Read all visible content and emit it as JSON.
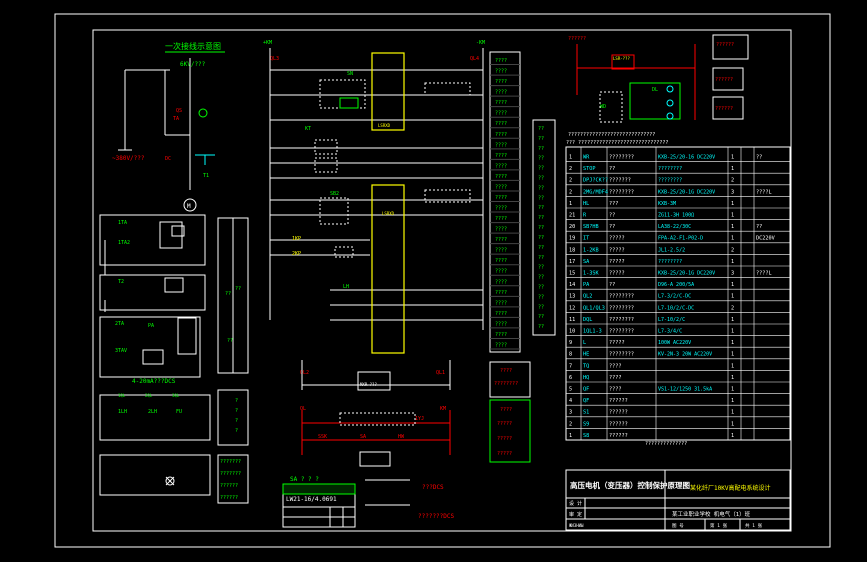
{
  "title_block": {
    "drawing_title": "高压电机（变压器）控制保护原理图",
    "project": "某化纤厂10KV高配电系统设计",
    "school": "某工业职业学校 机电气（1）班",
    "row_labels": [
      "设 计",
      "审 定"
    ],
    "small_label": "ЖИЗНИЫ",
    "sheet_a": "图 号",
    "sheet_b": "第 1 张",
    "sheet_c": "共 1 张"
  },
  "left_diagram": {
    "heading": "一次接线示意图",
    "bus_label": "6KV/???",
    "dc_label": "~380V/???",
    "tag_qs": "QS",
    "tag_ta": "TA",
    "tag_dc": "DC",
    "tag_t1": "T1",
    "motor_symbol": "M",
    "tag_1ta": "1TA",
    "tag_1ta2": "1TA2",
    "tag_t2": "T2",
    "tag_2ta": "2TA",
    "tag_3ta": "3TAV",
    "tag_4_20": "4-20mA???DCS",
    "tag_pa": "PA",
    "tag_1lh": "1LH",
    "tag_2lh": "2LH",
    "tag_fu": "FU",
    "bus_1ql": "1QL",
    "bus_2ql": "2QL",
    "bus_3ql": "3QL"
  },
  "center_diagram": {
    "plus_a": "+KM",
    "minus_a": "-KM",
    "tag_ql3": "QL3",
    "tag_ql4": "QL4",
    "tag_sn": "SN",
    "tag_kt": "KT",
    "tag_lh": "LH",
    "tag_sb": "SB2",
    "tag_1kp": "1KP",
    "tag_2kp": "2KP",
    "tag_ql2": "QL2",
    "tag_ql1": "QL1",
    "tag_ql": "QL",
    "tag_km": "KM",
    "tag_sa": "SA",
    "tag_hw": "HW",
    "tag_kv": "1YJ",
    "relay_a": "LSRXD",
    "relay_b": "LSRXD",
    "relay_c": "MXR-???",
    "tag_ssk": "SSK",
    "dcs_label": "???DCS",
    "dcs_label2": "???????DCS",
    "sa_caption": "SA ? ? ?",
    "switch_model": "LW21-16/4.0691"
  },
  "top_right": {
    "box_a": "??????",
    "box_b": "??????",
    "box_c": "??????",
    "box_d": "??????",
    "relay_label": "LSR-???",
    "tag_wd": "WD",
    "tag_dl": "DL",
    "caption": "?????????????????????????????"
  },
  "table": {
    "header": "??? ??????????????????????????????",
    "footer": "??????????????",
    "rows": [
      {
        "no": "1",
        "sym": "WR",
        "name": "????????",
        "model": "KXB-25/20-16 DC220V",
        "q": "1",
        "note": "??"
      },
      {
        "no": "2",
        "sym": "STOP",
        "name": "??",
        "model": "????????",
        "q": "1",
        "note": ""
      },
      {
        "no": "2",
        "sym": "DPJ?CK??",
        "name": "???????",
        "model": "????????",
        "q": "2",
        "note": ""
      },
      {
        "no": "2",
        "sym": "2MG/MDF4",
        "name": "????????",
        "model": "KXB-25/20-1G DC220V",
        "q": "3",
        "note": "????L"
      },
      {
        "no": "1",
        "sym": "HL",
        "name": "???",
        "model": "KXB-3M",
        "q": "1",
        "note": ""
      },
      {
        "no": "21",
        "sym": "R",
        "name": "??",
        "model": "ZG11-3H 100Ω",
        "q": "1",
        "note": ""
      },
      {
        "no": "20",
        "sym": "SB?HB",
        "name": "??",
        "model": "LA38-22/30C",
        "q": "1",
        "note": "??"
      },
      {
        "no": "19",
        "sym": "IT",
        "name": "?????",
        "model": "FPA-A2-F1-P02-D",
        "q": "1",
        "note": "DC220V"
      },
      {
        "no": "18",
        "sym": "1-2KB",
        "name": "?????",
        "model": "JL1-2.5/2",
        "q": "2",
        "note": ""
      },
      {
        "no": "17",
        "sym": "SA",
        "name": "?????",
        "model": "????????",
        "q": "1",
        "note": ""
      },
      {
        "no": "15",
        "sym": "1-3SK",
        "name": "?????",
        "model": "KXB-25/20-1G DC220V",
        "q": "3",
        "note": "????L"
      },
      {
        "no": "14",
        "sym": "PA",
        "name": "??",
        "model": "D96-A 200/5A",
        "q": "1",
        "note": ""
      },
      {
        "no": "13",
        "sym": "QL2",
        "name": "????????",
        "model": "L7-3/2/C-DC",
        "q": "1",
        "note": ""
      },
      {
        "no": "12",
        "sym": "QL1/QL3",
        "name": "????????",
        "model": "L7-10/2/C-DC",
        "q": "2",
        "note": ""
      },
      {
        "no": "11",
        "sym": "DQL",
        "name": "????????",
        "model": "L7-10/2/C",
        "q": "1",
        "note": ""
      },
      {
        "no": "10",
        "sym": "1QL1-3",
        "name": "????????",
        "model": "L7-3/4/C",
        "q": "1",
        "note": ""
      },
      {
        "no": "9",
        "sym": "L",
        "name": "?????",
        "model": "100W AC220V",
        "q": "1",
        "note": ""
      },
      {
        "no": "8",
        "sym": "HE",
        "name": "????????",
        "model": "KV-2N-3 20W AC220V",
        "q": "1",
        "note": ""
      },
      {
        "no": "7",
        "sym": "TQ",
        "name": "????",
        "model": "",
        "q": "1",
        "note": ""
      },
      {
        "no": "6",
        "sym": "HQ",
        "name": "????",
        "model": "",
        "q": "1",
        "note": ""
      },
      {
        "no": "5",
        "sym": "QF",
        "name": "????",
        "model": "VS1-12/1250 31.5kA",
        "q": "1",
        "note": ""
      },
      {
        "no": "4",
        "sym": "QF",
        "name": "??????",
        "model": "",
        "q": "1",
        "note": ""
      },
      {
        "no": "3",
        "sym": "S1",
        "name": "??????",
        "model": "",
        "q": "1",
        "note": ""
      },
      {
        "no": "2",
        "sym": "S9",
        "name": "??????",
        "model": "",
        "q": "1",
        "note": ""
      },
      {
        "no": "1",
        "sym": "S8",
        "name": "??????",
        "model": "",
        "q": "1",
        "note": ""
      }
    ]
  },
  "contact_strip_1": [
    "????",
    "????",
    "????",
    "????",
    "????",
    "????",
    "????",
    "????",
    "????",
    "????",
    "????",
    "????",
    "????",
    "????",
    "????",
    "????",
    "????",
    "????",
    "????",
    "????",
    "????",
    "????",
    "????",
    "????",
    "????",
    "????",
    "????",
    "????"
  ],
  "contact_strip_2": [
    "??",
    "??",
    "??",
    "??",
    "??",
    "??",
    "??",
    "??",
    "??",
    "??",
    "??",
    "??",
    "??",
    "??",
    "??",
    "??",
    "??",
    "??",
    "??",
    "??",
    "??"
  ],
  "side_tables": {
    "box_left_1": "??",
    "box_left_2": "??",
    "box_left_3": "??",
    "list_a": [
      "?",
      "?",
      "?",
      "?"
    ],
    "list_b": [
      "???????",
      "???????",
      "??????",
      "??????"
    ],
    "dcs_boxes": [
      "????",
      "????????",
      "????",
      "?????",
      "?????",
      "?????"
    ]
  },
  "colors": {
    "frame": "#ffffff",
    "wire": "#ffffff",
    "relay": "#ffff00",
    "label": "#00ff00",
    "tag": "#ff0000",
    "dim": "#00ffff"
  }
}
